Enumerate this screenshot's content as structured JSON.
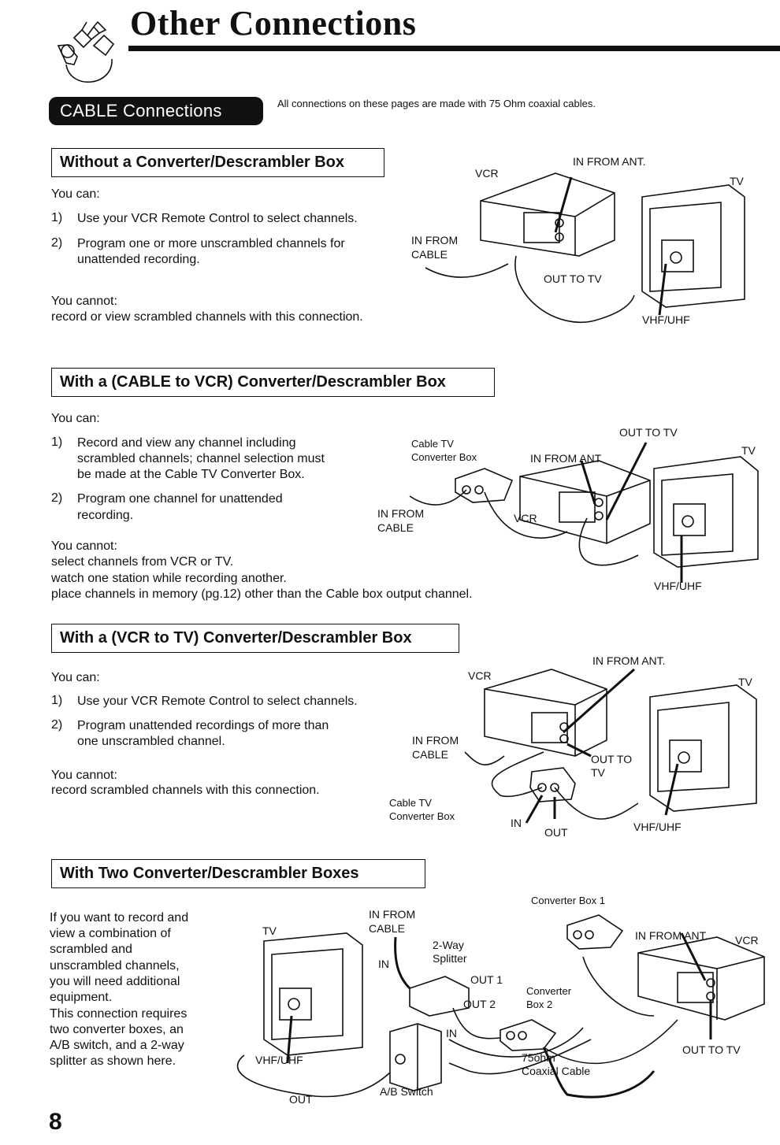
{
  "page": {
    "title": "Other Connections",
    "page_number": "8",
    "cable_badge": "CABLE Connections",
    "note": "All connections on these pages are made with 75 Ohm coaxial cables."
  },
  "s1": {
    "heading": "Without a Converter/Descrambler Box",
    "you_can": "You can:",
    "items": [
      "Use your VCR Remote Control to select channels.",
      "Program one or more unscrambled channels for",
      "unattended recording."
    ],
    "nums": [
      "1)",
      "2)"
    ],
    "you_cannot": "You cannot:",
    "cannot_1": "record or view scrambled channels with this connection.",
    "labels": {
      "vcr": "VCR",
      "in_from_ant": "IN FROM ANT.",
      "tv": "TV",
      "in_from": "IN FROM",
      "cable": "CABLE",
      "out_to_tv": "OUT TO TV",
      "vhf": "VHF/UHF"
    }
  },
  "s2": {
    "heading": "With a (CABLE to VCR) Converter/Descrambler Box",
    "you_can": "You can:",
    "nums": [
      "1)",
      "2)"
    ],
    "item1": [
      "Record and view any channel including",
      "scrambled channels; channel selection must",
      "be made at the Cable TV Converter Box."
    ],
    "item2": [
      "Program one channel for unattended",
      "recording."
    ],
    "you_cannot": "You cannot:",
    "cannot": [
      "select channels from VCR or TV.",
      "watch one station while recording another.",
      "place channels in memory (pg.12) other than the Cable box output channel."
    ],
    "labels": {
      "cable_tv": "Cable TV",
      "converter_box": "Converter Box",
      "in_from_ant": "IN FROM ANT.",
      "out_to_tv": "OUT TO TV",
      "tv": "TV",
      "in_from": "IN FROM",
      "cable": "CABLE",
      "vcr": "VCR",
      "vhf": "VHF/UHF"
    }
  },
  "s3": {
    "heading": "With a (VCR to TV) Converter/Descrambler Box",
    "you_can": "You can:",
    "nums": [
      "1)",
      "2)"
    ],
    "item1": "Use your VCR Remote Control to select channels.",
    "item2": [
      "Program unattended recordings of more than",
      "one unscrambled channel."
    ],
    "you_cannot": "You cannot:",
    "cannot_1": "record scrambled channels with this connection.",
    "labels": {
      "vcr": "VCR",
      "in_from_ant": "IN FROM ANT.",
      "tv": "TV",
      "in_from": "IN FROM",
      "cable": "CABLE",
      "out_to": "OUT TO",
      "tv2": "TV",
      "cable_tv": "Cable TV",
      "converter_box": "Converter Box",
      "in": "IN",
      "out": "OUT",
      "vhf": "VHF/UHF"
    }
  },
  "s4": {
    "heading": "With Two Converter/Descrambler Boxes",
    "body": [
      "If you want to record and",
      "view a combination of",
      "scrambled and",
      "unscrambled channels,",
      "you will need additional",
      "equipment.",
      "This connection requires",
      "two converter boxes, an",
      "A/B switch, and a 2-way",
      "splitter as shown here."
    ],
    "labels": {
      "tv": "TV",
      "in_from": "IN FROM",
      "cable": "CABLE",
      "in": "IN",
      "two_way": "2-Way",
      "splitter": "Splitter",
      "out1": "OUT 1",
      "out2": "OUT 2",
      "converter_box_1": "Converter Box 1",
      "converter": "Converter",
      "box2": "Box 2",
      "in_from_ant": "IN FROM ANT.",
      "vcr": "VCR",
      "in2": "IN",
      "ohm": "75ohm",
      "coax": "Coaxial Cable",
      "vhf": "VHF/UHF",
      "out": "OUT",
      "ab": "A/B Switch",
      "out_to_tv": "OUT TO TV"
    }
  }
}
